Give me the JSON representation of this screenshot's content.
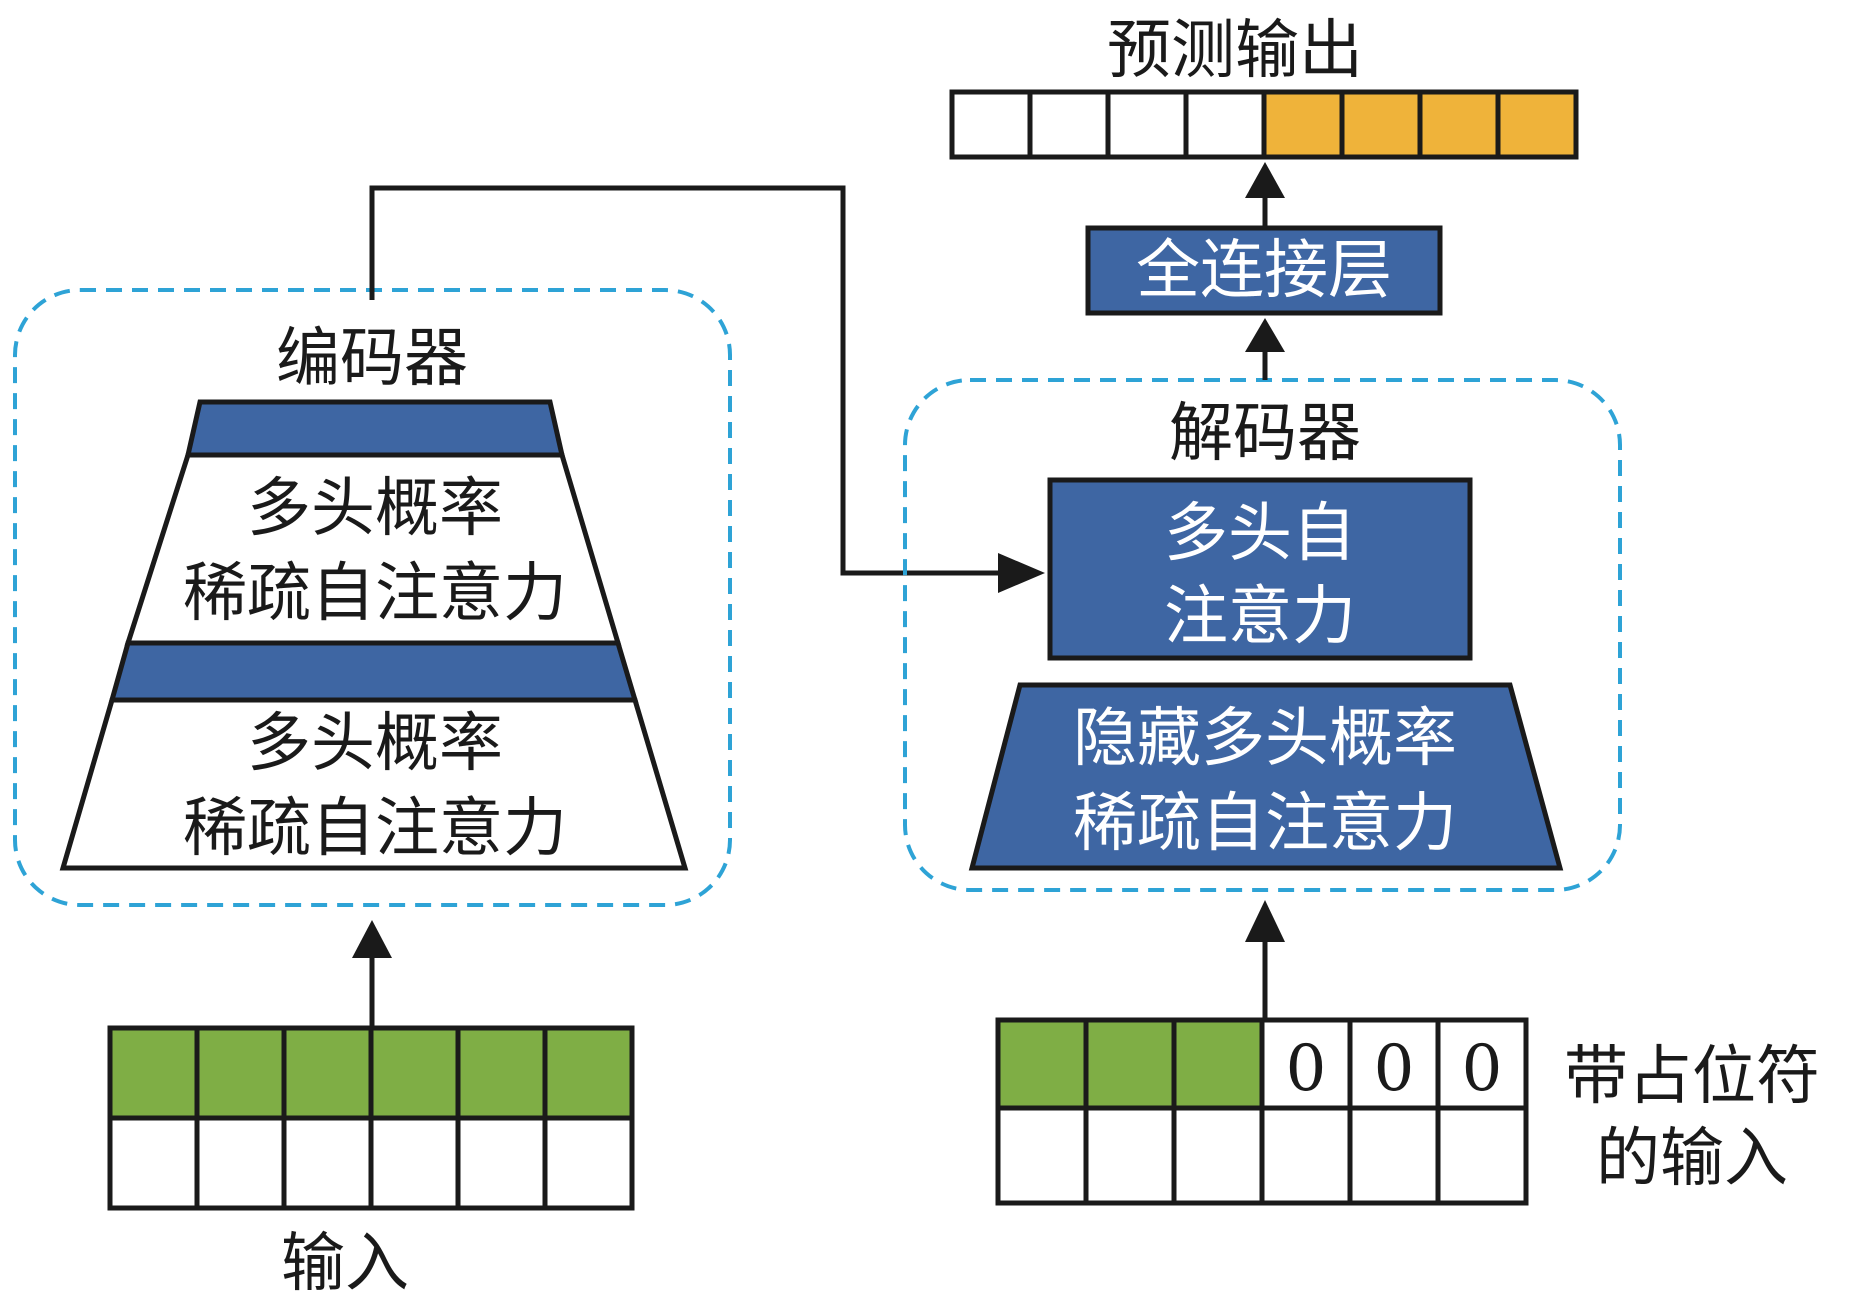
{
  "encoder": {
    "title": "编码器",
    "block1": {
      "line1": "多头概率",
      "line2": "稀疏自注意力"
    },
    "block2": {
      "line1": "多头概率",
      "line2": "稀疏自注意力"
    }
  },
  "decoder": {
    "title": "解码器",
    "self_attention": {
      "line1": "多头自",
      "line2": "注意力"
    },
    "masked_attention": {
      "line1": "隐藏多头概率",
      "line2": "稀疏自注意力"
    }
  },
  "fc_layer": "全连接层",
  "output_label": "预测输出",
  "input_label": "输入",
  "decoder_input_label": {
    "line1": "带占位符",
    "line2": "的输入"
  },
  "placeholders": [
    "0",
    "0",
    "0"
  ],
  "colors": {
    "blue_block": "#3e66a3",
    "green_cell": "#7fae45",
    "orange_cell": "#efb33a",
    "dashed_border": "#2ea3d6"
  }
}
